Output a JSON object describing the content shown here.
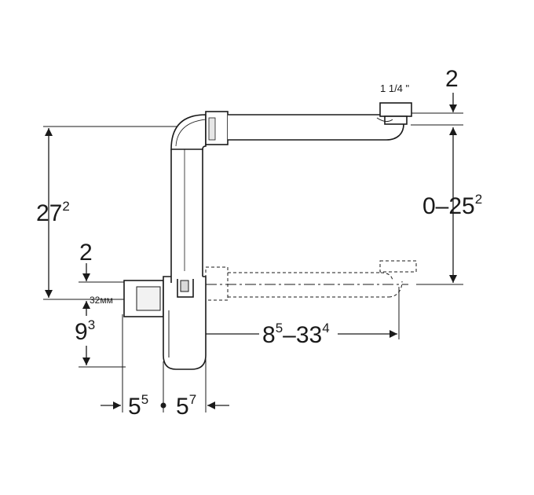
{
  "labels": {
    "connector": "1 1/4 \"",
    "top_offset": "2",
    "height": {
      "base": "27",
      "sup": "2"
    },
    "adjust_range": {
      "base": "0–25",
      "sup": "2"
    },
    "left_offset": "2",
    "pipe_diameter": "32мм",
    "lower_height": {
      "base": "9",
      "sup": "3"
    },
    "extension": {
      "base_a": "8",
      "sup_a": "5",
      "dash": "–",
      "base_b": "33",
      "sup_b": "4"
    },
    "width_left": {
      "base": "5",
      "sup": "5"
    },
    "width_right": {
      "base": "5",
      "sup": "7"
    }
  },
  "colors": {
    "line": "#1a1a1a",
    "fill": "#ffffff",
    "shade": "#d9d9d9"
  }
}
